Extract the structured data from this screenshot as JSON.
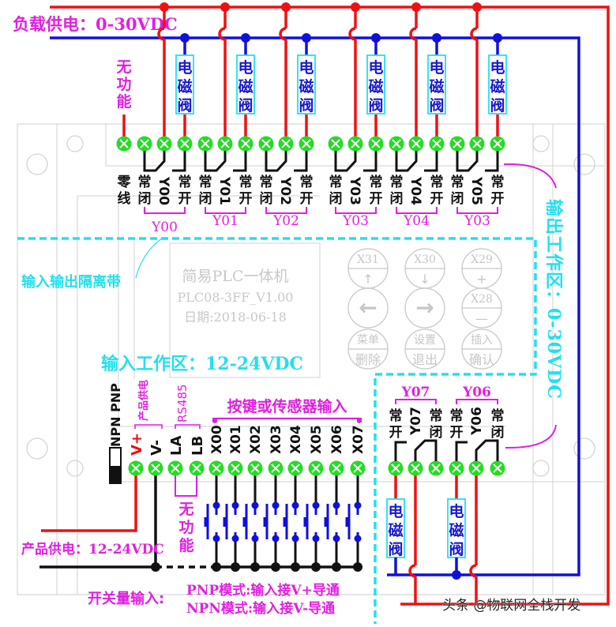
{
  "title": "简易PLC一体机 接线图",
  "colors": {
    "load_positive": "#ee1111",
    "load_negative": "#1010dd",
    "annotation": "#e020e0",
    "zone": "#22e0ee",
    "terminal": "#22dd22",
    "board_line": "#d8d8d8",
    "ground": "#111111"
  },
  "load_supply": {
    "label": "负载供电：0-30VDC"
  },
  "output_zone": {
    "label": "输出工作区：0-30VDC"
  },
  "input_zone": {
    "label": "输入工作区：12-24VDC"
  },
  "isolation_band": {
    "label": "输入输出隔离带"
  },
  "board": {
    "name": "简易PLC一体机",
    "model": "PLC08-3FF_V1.00",
    "date": "日期:2018-06-18"
  },
  "keypad": [
    {
      "top": "X31",
      "bottom": "↑"
    },
    {
      "top": "X30",
      "bottom": "↓"
    },
    {
      "top": "X29",
      "bottom": "+"
    },
    {
      "top": "",
      "bottom": "←"
    },
    {
      "top": "",
      "bottom": "→"
    },
    {
      "top": "X28",
      "bottom": "—"
    },
    {
      "top": "菜单",
      "bottom": "删除"
    },
    {
      "top": "设置",
      "bottom": "退出"
    },
    {
      "top": "插入",
      "bottom": "确认"
    }
  ],
  "solenoid_label": "电磁阀",
  "no_function_label": "无功能",
  "top_terminals": {
    "neutral": {
      "label": "零线"
    },
    "relays": [
      {
        "name": "Y00",
        "nc": "常闭",
        "com": "Y00",
        "no": "常开",
        "group_label": "Y00"
      },
      {
        "name": "Y01",
        "nc": "常闭",
        "com": "Y01",
        "no": "常开",
        "group_label": "Y01"
      },
      {
        "name": "Y02",
        "nc": "常闭",
        "com": "Y02",
        "no": "常开",
        "group_label": "Y02"
      },
      {
        "name": "Y03",
        "nc": "常闭",
        "com": "Y03",
        "no": "常开",
        "group_label": "Y03"
      },
      {
        "name": "Y04",
        "nc": "常闭",
        "com": "Y04",
        "no": "常开",
        "group_label": "Y04"
      },
      {
        "name": "Y05",
        "nc": "常闭",
        "com": "Y05",
        "no": "常开",
        "group_label": "Y03"
      }
    ]
  },
  "bottom_relays": [
    {
      "name": "Y07",
      "no": "常开",
      "com": "Y07",
      "nc": "常闭",
      "group_label": "Y07"
    },
    {
      "name": "Y06",
      "no": "常开",
      "com": "Y06",
      "nc": "常闭",
      "group_label": "Y06"
    }
  ],
  "npn_pnp_switch": {
    "npn": "NPN",
    "pnp": "PNP",
    "selected": "NPN"
  },
  "power_terminals": {
    "v_plus": "V+",
    "v_minus": "V-",
    "group_label": "产品供电"
  },
  "rs485": {
    "la": "LA",
    "lb": "LB",
    "group_label": "RS485"
  },
  "inputs": {
    "header": "按键或传感器输入",
    "labels": [
      "X00",
      "X01",
      "X02",
      "X03",
      "X04",
      "X05",
      "X06",
      "X07"
    ]
  },
  "product_supply": {
    "label": "产品供电：12-24VDC"
  },
  "switch_input_note": {
    "prefix": "开关量输入:",
    "pnp_line": "PNP模式:输入接V+导通",
    "npn_line": "NPN模式:输入接V-导通"
  },
  "watermark": "头条 @物联网全栈开发"
}
